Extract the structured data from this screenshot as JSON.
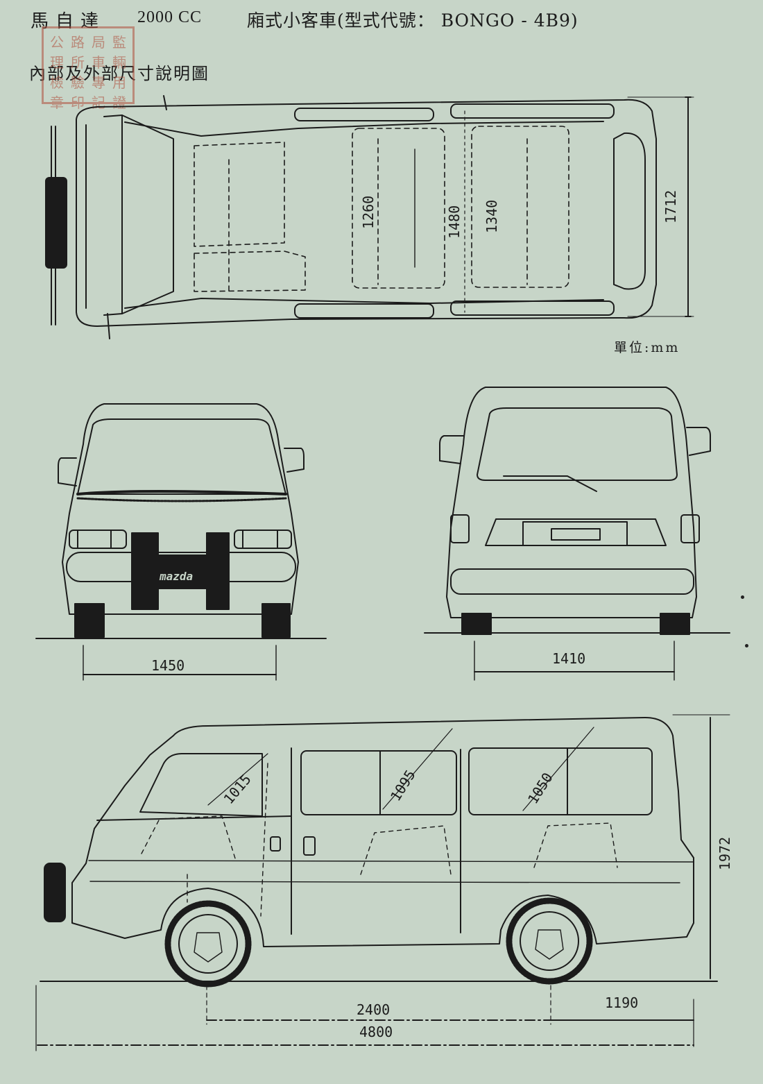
{
  "header": {
    "brand": "馬自達",
    "displacement": "2000 CC",
    "model_line": "廂式小客車(型式代號： BONGO - 4B9)",
    "subtitle": "內部及外部尺寸說明圖",
    "unit": "單位:mm"
  },
  "stamp": {
    "chars": [
      "公",
      "路",
      "局",
      "監",
      "理",
      "所",
      "車",
      "輛",
      "檢",
      "驗",
      "專",
      "用",
      "章",
      "印",
      "記",
      "證"
    ]
  },
  "logo_text": "mazda",
  "dimensions": {
    "top_width": "1712",
    "interior_1": "1260",
    "interior_2": "1480",
    "interior_3": "1340",
    "front_track": "1450",
    "rear_track": "1410",
    "height": "1972",
    "seat_1": "1015",
    "seat_2": "1095",
    "seat_3": "1050",
    "wheelbase": "2400",
    "rear_overhang": "1190",
    "length": "4800"
  },
  "colors": {
    "paper": "#c7d5c8",
    "ink": "#1b1b1b",
    "stamp": "#b0503e"
  }
}
